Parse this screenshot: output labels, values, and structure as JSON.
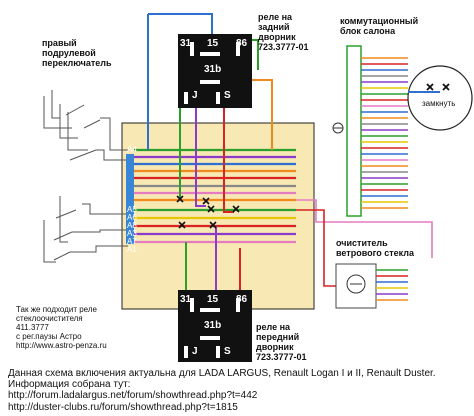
{
  "labels": {
    "left_switch": [
      "правый",
      "подрулевой",
      "переключатель"
    ],
    "rear_relay": [
      "реле на",
      "задний",
      "дворник",
      "723.3777-01"
    ],
    "front_relay": [
      "реле на",
      "передний",
      "дворник",
      "723.3777-01"
    ],
    "body_block": [
      "коммутационный",
      "блок салона"
    ],
    "washer": [
      "очиститель",
      "ветрового стекла"
    ],
    "close_label": "замкнуть",
    "also_fits": [
      "Так же подходит реле",
      "стеклоочистителя",
      "411.3777",
      "с рег.паузы Астро",
      "http://www.astro-penza.ru"
    ]
  },
  "relay_pins": {
    "p31": "31",
    "p15": "15",
    "p86": "86",
    "p31b": "31b",
    "pJ": "J",
    "pS": "S"
  },
  "connector_pins": [
    "A4",
    "A5",
    "A6",
    "A8",
    "A3",
    "A7",
    "A1"
  ],
  "footer": {
    "line1": "Данная схема включения актуальна для LADA LARGUS, Renault Logan I и II, Renault Duster.",
    "line2": "Информация собрана тут:",
    "line3": "http://forum.ladalargus.net/forum/showthread.php?t=442",
    "line4": "http://duster-clubs.ru/forum/showthread.php?t=1815"
  },
  "colors": {
    "panel": "#f7e8b4",
    "relay": "#111111",
    "wire_blue": "#2f6fcf",
    "wire_green": "#2aa02a",
    "wire_violet": "#8a3cc8",
    "wire_orange": "#f08a1c",
    "wire_red": "#d92323",
    "wire_pink": "#e57cc0",
    "wire_yellow": "#e6c800",
    "connector": "#3a86d6"
  }
}
